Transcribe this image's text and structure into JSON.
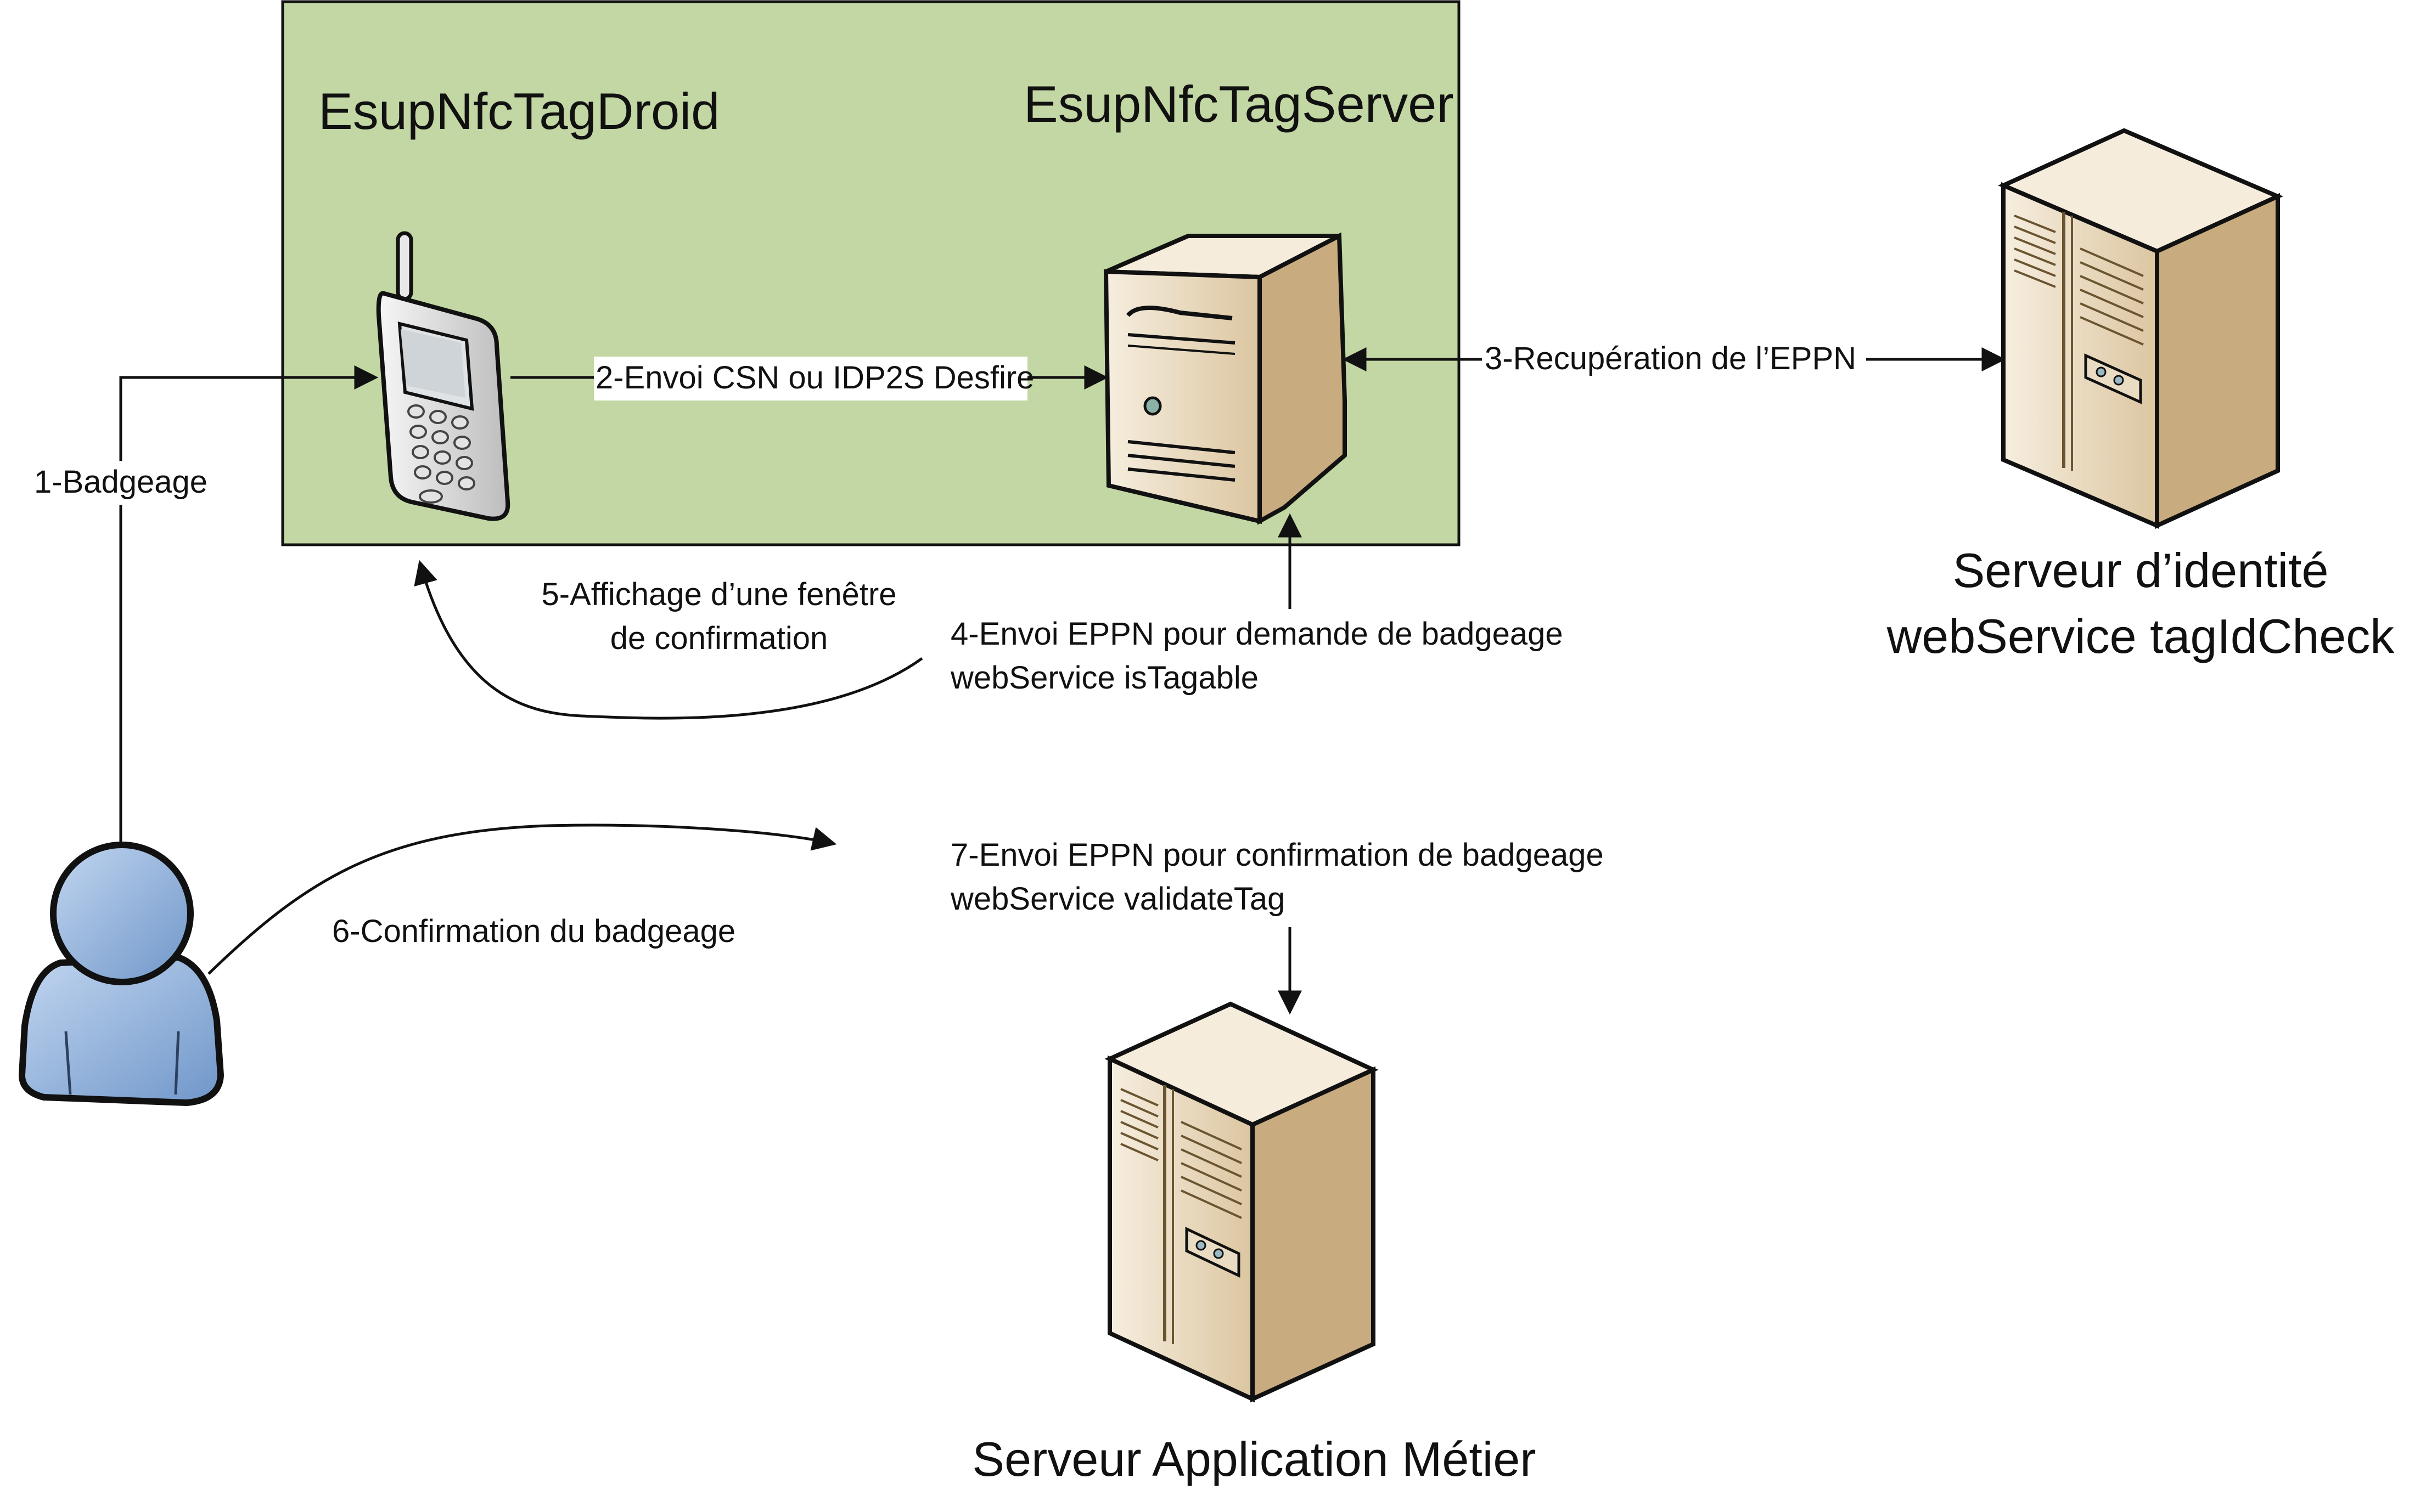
{
  "zone": {
    "left_title": "EsupNfcTagDroid",
    "right_title": "EsupNfcTagServer",
    "fill": "#c3d7a4",
    "stroke": "#111111"
  },
  "nodes": {
    "identity_server": {
      "line1": "Serveur d’identité",
      "line2": "webService tagIdCheck",
      "icon": "server-tower-icon"
    },
    "business_server": {
      "label": "Serveur Application Métier",
      "icon": "server-tower-icon"
    },
    "phone": {
      "icon": "mobile-phone-icon"
    },
    "tag_server": {
      "icon": "server-tower-icon"
    },
    "user": {
      "icon": "user-icon",
      "color": "#8fb2dd"
    }
  },
  "steps": {
    "s1": "1-Badgeage",
    "s2": "2-Envoi CSN ou IDP2S Desfire",
    "s3": "3-Recupération de l’EPPN",
    "s4_line1": "4-Envoi EPPN pour demande de badgeage",
    "s4_line2": "webService isTagable",
    "s5_line1": "5-Affichage d’une fenêtre",
    "s5_line2": "de confirmation",
    "s6": "6-Confirmation du badgeage",
    "s7_line1": "7-Envoi EPPN pour confirmation de badgeage",
    "s7_line2": "webService validateTag"
  },
  "colors": {
    "server_light": "#f4ead8",
    "server_mid": "#e2cfae",
    "server_dark": "#c9ad80",
    "server_stroke": "#111111",
    "arrow": "#111111"
  }
}
